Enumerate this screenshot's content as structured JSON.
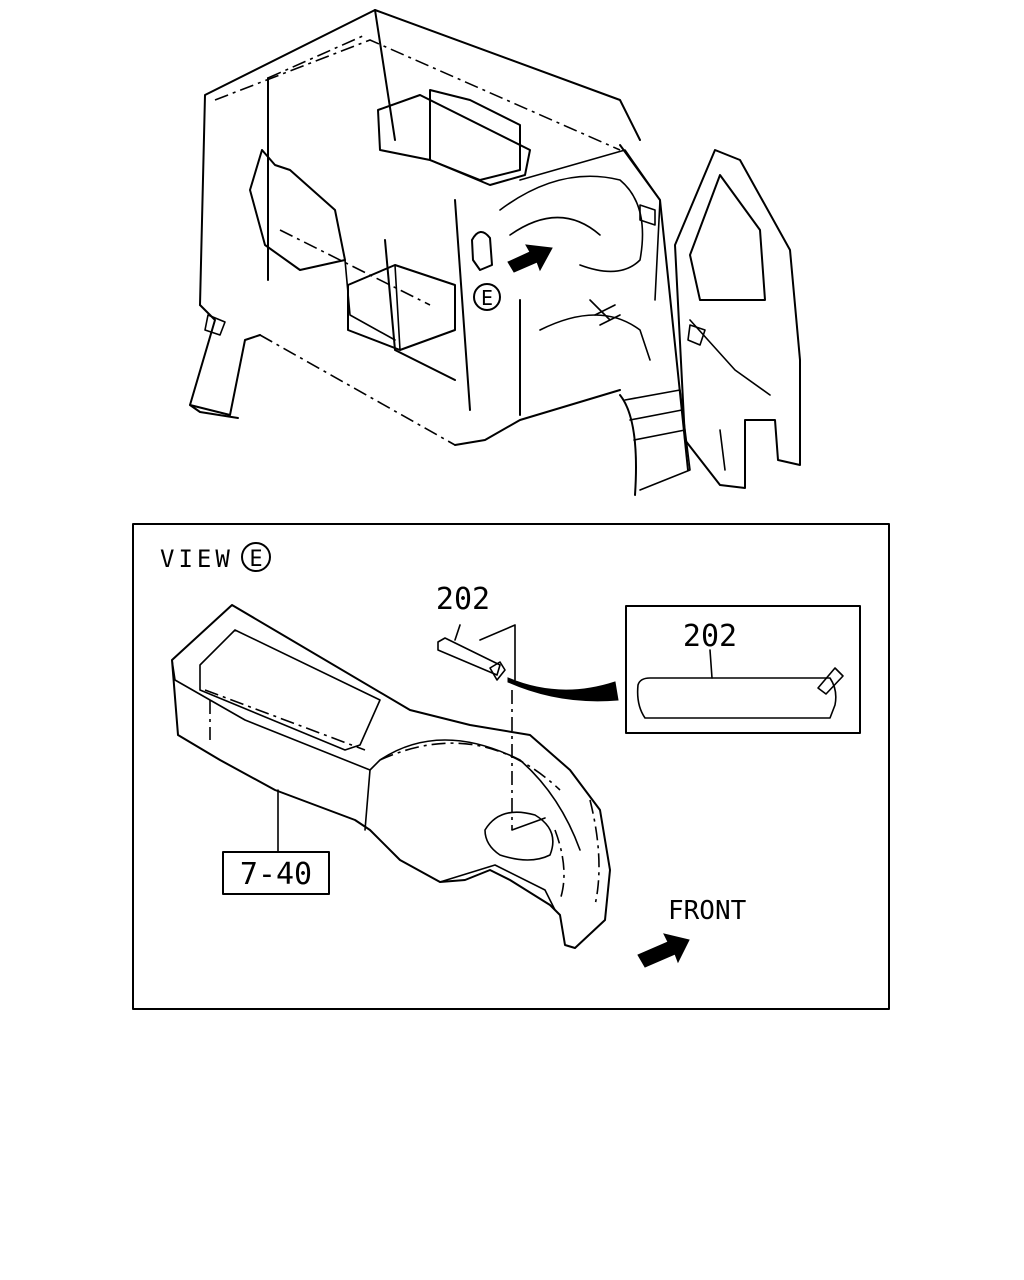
{
  "view": {
    "label": "VIEW",
    "marker": "E"
  },
  "overview": {
    "marker": "E"
  },
  "callouts": {
    "part_202_main": "202",
    "part_202_detail": "202",
    "ref_7_40": "7-40"
  },
  "front": {
    "label": "FRONT"
  }
}
